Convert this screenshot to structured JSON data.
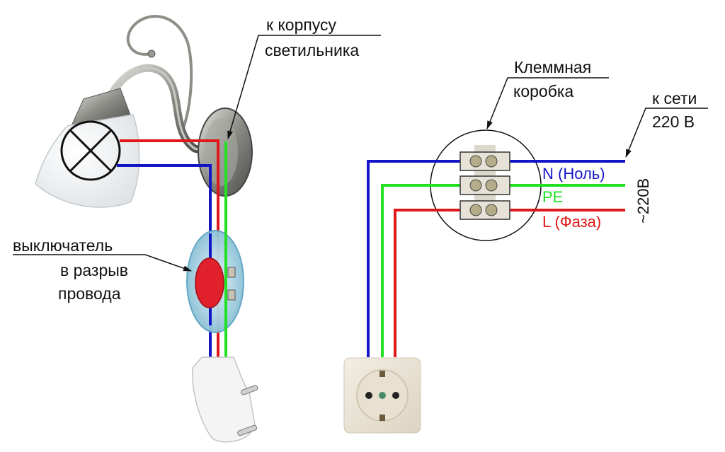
{
  "colors": {
    "neutral": "#1515c8",
    "earth": "#22e022",
    "phase": "#e01818",
    "leader": "#111111"
  },
  "labels": {
    "lamp_body": [
      "к корпусу",
      "светильника"
    ],
    "junction_box": [
      "Клеммная",
      "коробка"
    ],
    "mains": [
      "к сети",
      "220 В"
    ],
    "switch": [
      "выключатель",
      "в разрыв",
      "провода"
    ],
    "voltage": "~220В"
  },
  "wires": {
    "neutral": "N (Ноль)",
    "earth": "PE",
    "phase": "L (Фаза)"
  },
  "components": {
    "lamp_symbol": "lamp-cross-symbol",
    "fixture": "wall-sconce",
    "switch": "inline-cord-switch",
    "plug": "schuko-plug",
    "socket": "schuko-wall-socket",
    "terminal_block": "screw-terminal-block"
  }
}
